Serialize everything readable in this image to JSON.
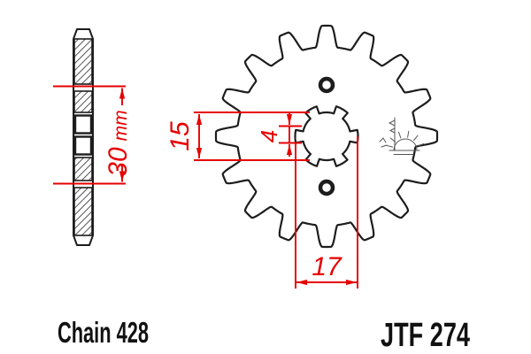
{
  "labels": {
    "chain_standard": "Chain 428",
    "part_number": "JTF 274"
  },
  "dimensions": {
    "side_thickness": {
      "value": "30",
      "unit": "mm"
    },
    "bore_across_flats": "15",
    "spline_notch_width": "4",
    "bore_across_notches": "17"
  },
  "logo": {
    "name": "jt-sprockets-sun-logo"
  },
  "colors": {
    "dimension_red": "#e60000",
    "drawing_black": "#1d1d1d",
    "label_black": "#111111",
    "background": "#ffffff"
  }
}
